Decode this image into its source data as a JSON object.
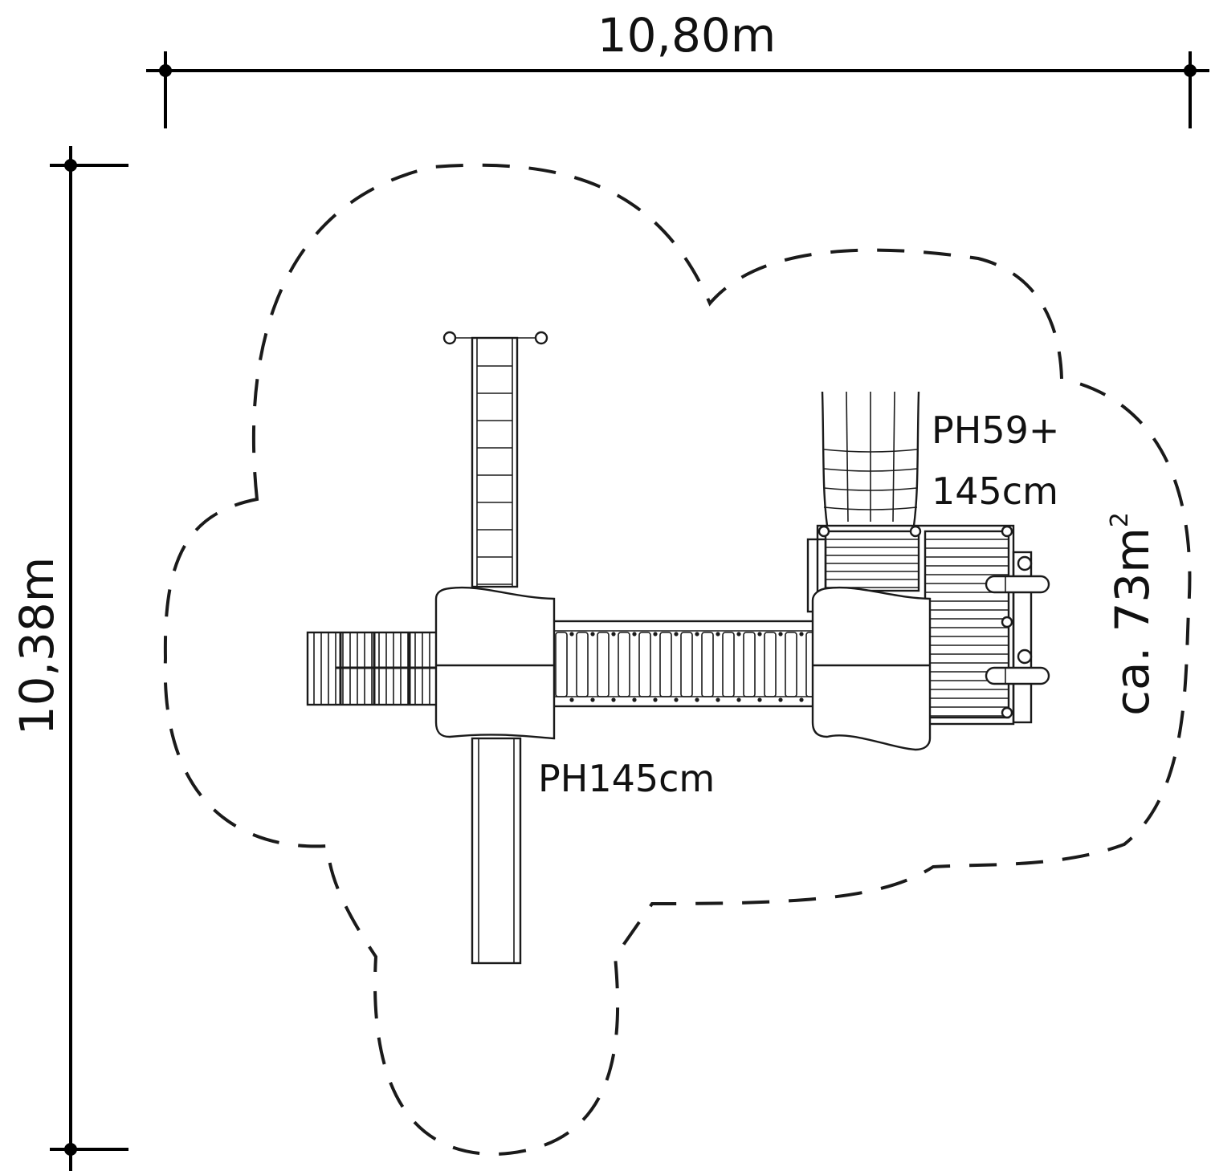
{
  "dimensions": {
    "width_label": "10,80m",
    "height_label": "10,38m"
  },
  "labels": {
    "platform_low": "PH145cm",
    "platform_high_line1": "PH59+",
    "platform_high_line2": "145cm",
    "area_prefix": "ca. 73m",
    "area_superscript": "2"
  },
  "colors": {
    "line": "#1a1a1a",
    "background": "#ffffff"
  }
}
